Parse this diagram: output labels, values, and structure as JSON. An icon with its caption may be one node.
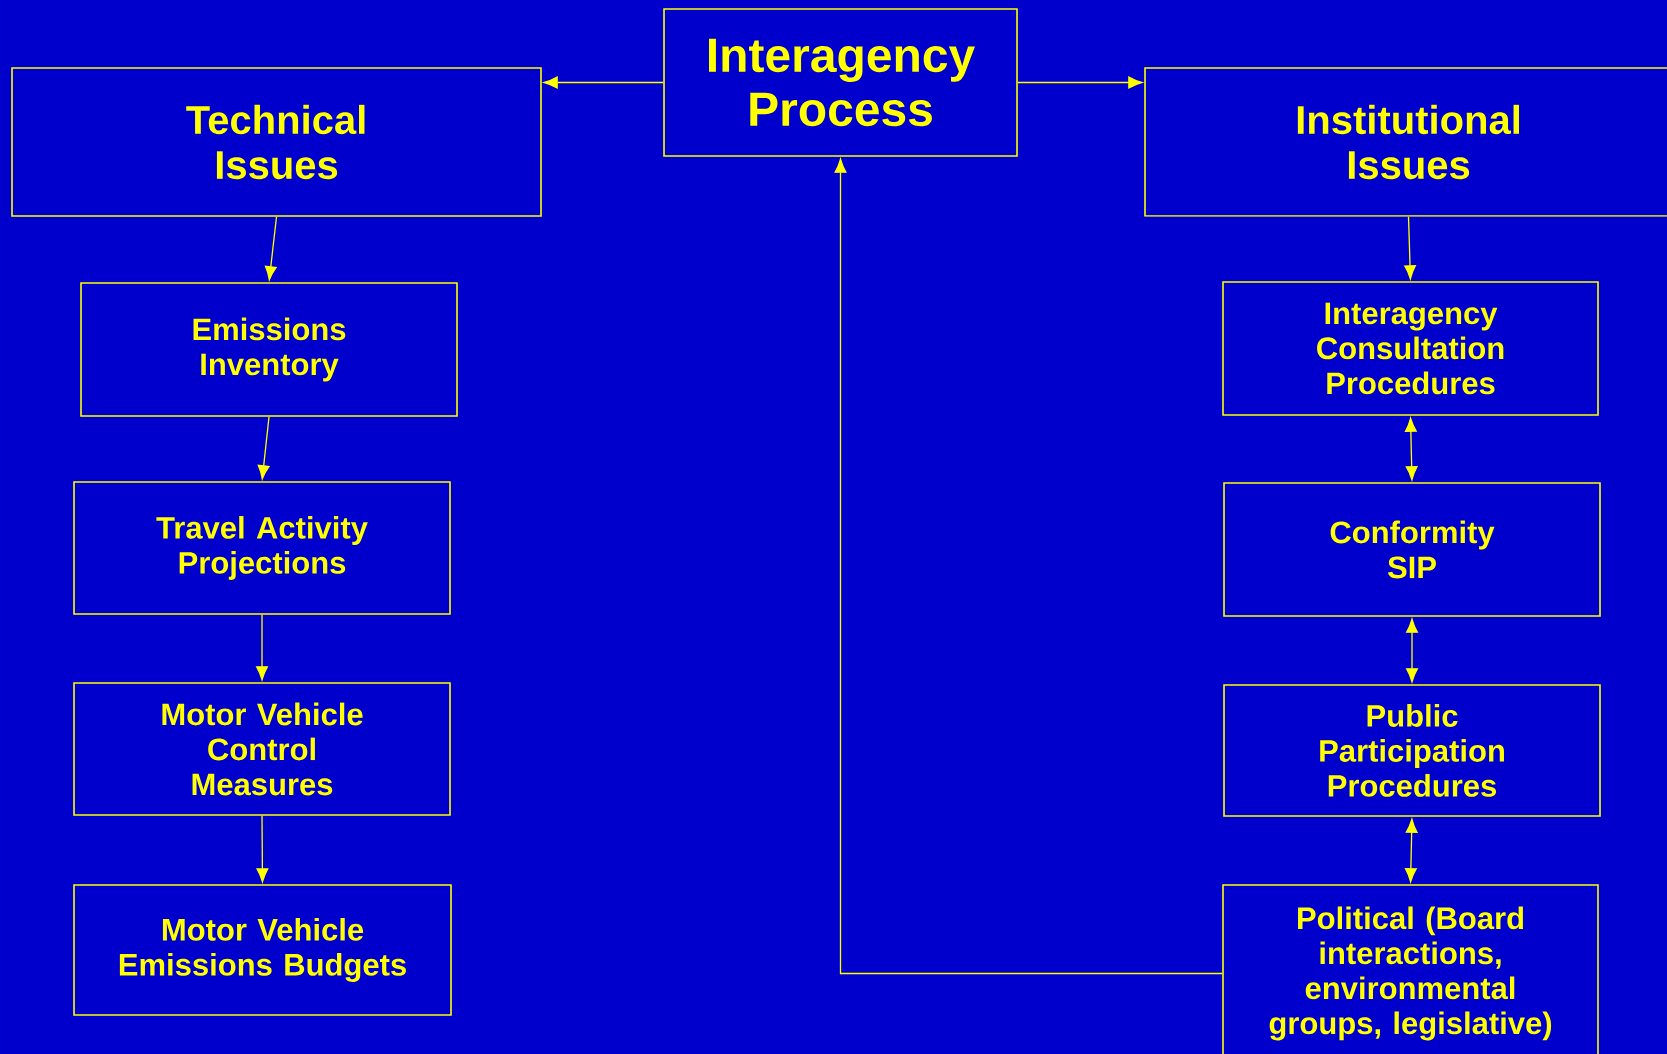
{
  "diagram": {
    "nodes": [
      {
        "text": [
          "Interagency Process"
        ]
      },
      {
        "text": [
          "Technical Issues"
        ]
      },
      {
        "text": [
          "Institutional Issues"
        ]
      },
      {
        "text": [
          "Emissions Inventory"
        ]
      },
      {
        "text": [
          "Travel Activity Projections"
        ]
      },
      {
        "text": [
          "Motor Vehicle Control Measures"
        ]
      },
      {
        "text": [
          "Motor Vehicle Emissions Budgets"
        ]
      },
      {
        "text": [
          "Interagency Consultation Procedures"
        ]
      },
      {
        "text": [
          "Conformity SIP"
        ]
      },
      {
        "text": [
          "Public Participation Procedures"
        ]
      },
      {
        "text": [
          "Political (Board interactions, environmental groups, legislative)"
        ]
      }
    ],
    "edges": [
      {
        "from": 0,
        "to": 1,
        "arrow": "to"
      },
      {
        "from": 0,
        "to": 2,
        "arrow": "to"
      },
      {
        "from": 1,
        "to": 3,
        "arrow": "to"
      },
      {
        "from": 3,
        "to": 4,
        "arrow": "to"
      },
      {
        "from": 4,
        "to": 5,
        "arrow": "to"
      },
      {
        "from": 5,
        "to": 6,
        "arrow": "to"
      },
      {
        "from": 2,
        "to": 7,
        "arrow": "to"
      },
      {
        "from": 7,
        "to": 8,
        "arrow": "both"
      },
      {
        "from": 8,
        "to": 9,
        "arrow": "both"
      },
      {
        "from": 9,
        "to": 10,
        "arrow": "both"
      },
      {
        "from": 10,
        "to": 0,
        "arrow": "to"
      }
    ]
  }
}
